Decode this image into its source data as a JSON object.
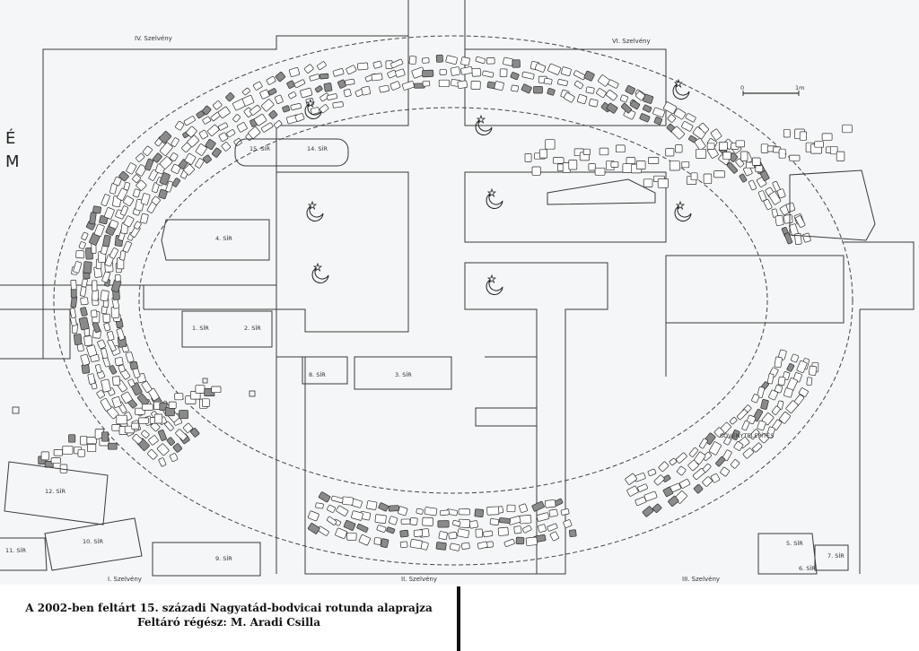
{
  "plan": {
    "sections": {
      "s1": "I. Szelvény",
      "s2": "II. Szelvény",
      "s3": "III. Szelvény",
      "s4": "IV. Szelvény",
      "s6": "VI. Szelvény"
    },
    "graves": {
      "g1": "1. SÍR",
      "g2": "2. SÍR",
      "g4": "4. SÍR",
      "g5": "5. SÍR",
      "g6": "6. SÍR",
      "g7": "7. SÍR",
      "g8": "8. SÍR",
      "g9": "9. SÍR",
      "g10": "10. SÍR",
      "g11": "11. SÍR",
      "g12": "12. SÍR",
      "g14": "14. SÍR",
      "g15": "15. SÍR"
    },
    "settlement_label": "SÖVÉNYTELEPÍTÉS",
    "scale_label": "0",
    "scale_unit": "1m",
    "edge_letters": [
      "É",
      "M"
    ],
    "crescent_count": 8
  },
  "caption": {
    "line1": "A 2002-ben feltárt 15. századi Nagyatád-bodvicai rotunda alaprajza",
    "line2": "Feltáró régész: M. Aradi Csilla"
  }
}
